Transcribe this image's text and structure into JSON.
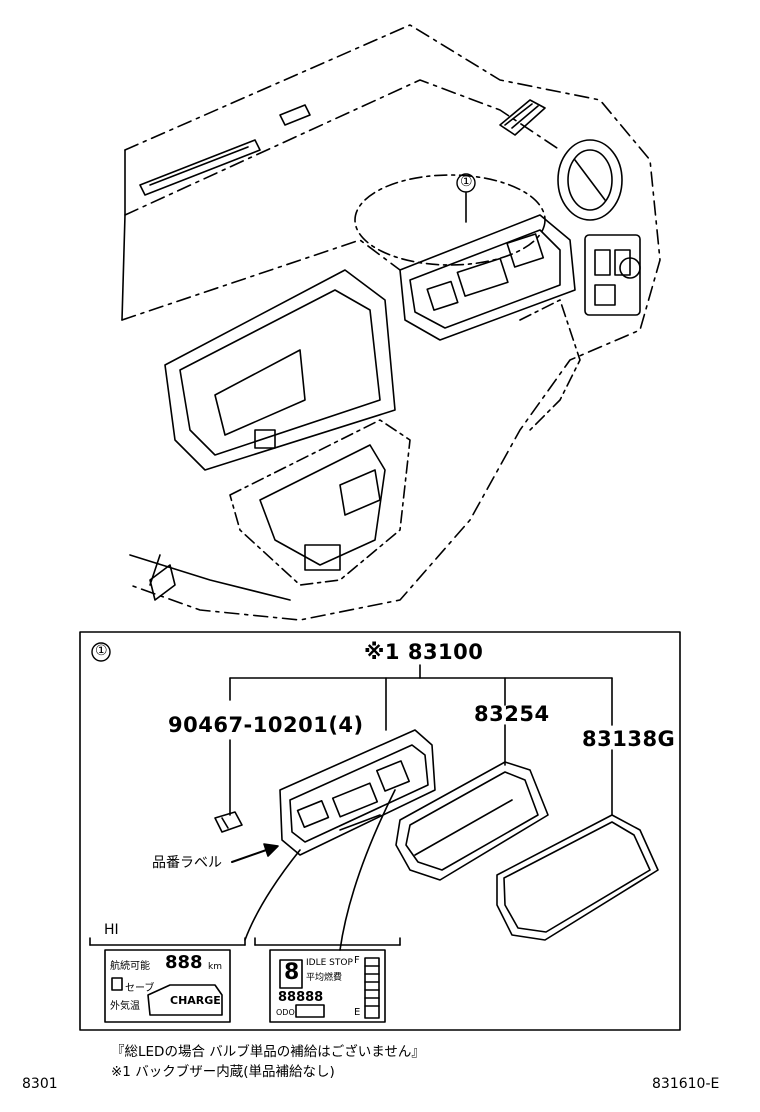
{
  "callout_top": "①",
  "detail_box": {
    "callout": "①",
    "main_part": "※1 83100",
    "parts": [
      {
        "number": "90467-10201(4)"
      },
      {
        "number": "83254"
      },
      {
        "number": "83138G"
      }
    ],
    "label_tag": "品番ラベル",
    "grade": "HI",
    "display_left": {
      "text1": "航続可能",
      "text2": "888",
      "text3": "km",
      "text4": "セーブ",
      "text5": "外気温",
      "charge": "CHARGE"
    },
    "display_right": {
      "text1": "IDLE STOP",
      "text2": "平均燃費",
      "text3": "88888",
      "text4": "ODO",
      "text5": "F",
      "text6": "E",
      "digit": "8"
    }
  },
  "notes": {
    "line1": "『総LEDの場合 バルブ単品の補給はございません』",
    "line2": "※1 バックブザー内蔵(単品補給なし)"
  },
  "footer": {
    "left": "8301",
    "right": "831610-E"
  }
}
